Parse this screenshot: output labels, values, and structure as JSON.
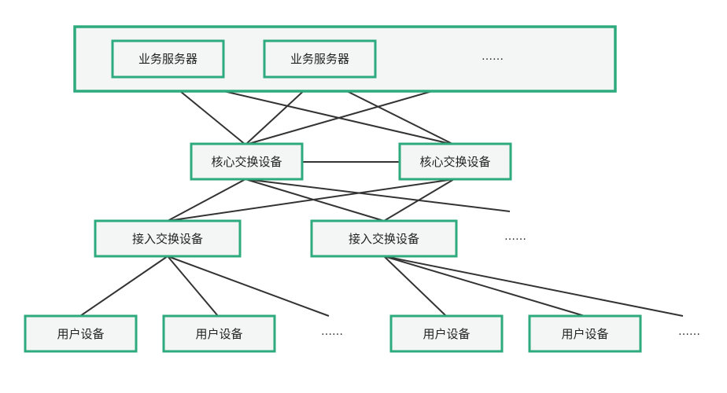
{
  "colors": {
    "box_border": "#2daa7e",
    "box_fill": "#f4f6f5",
    "line": "#333333",
    "text": "#222222"
  },
  "server_layer": {
    "servers": [
      {
        "label": "业务服务器"
      },
      {
        "label": "业务服务器"
      }
    ],
    "more": "……"
  },
  "core_layer": {
    "switches": [
      {
        "label": "核心交换设备"
      },
      {
        "label": "核心交换设备"
      }
    ]
  },
  "access_layer": {
    "switches": [
      {
        "label": "接入交换设备"
      },
      {
        "label": "接入交换设备"
      }
    ],
    "more": "……"
  },
  "user_layer": {
    "devices": [
      {
        "label": "用户设备"
      },
      {
        "label": "用户设备"
      },
      {
        "label": "用户设备"
      },
      {
        "label": "用户设备"
      }
    ],
    "more_left": "……",
    "more_right": "……"
  }
}
